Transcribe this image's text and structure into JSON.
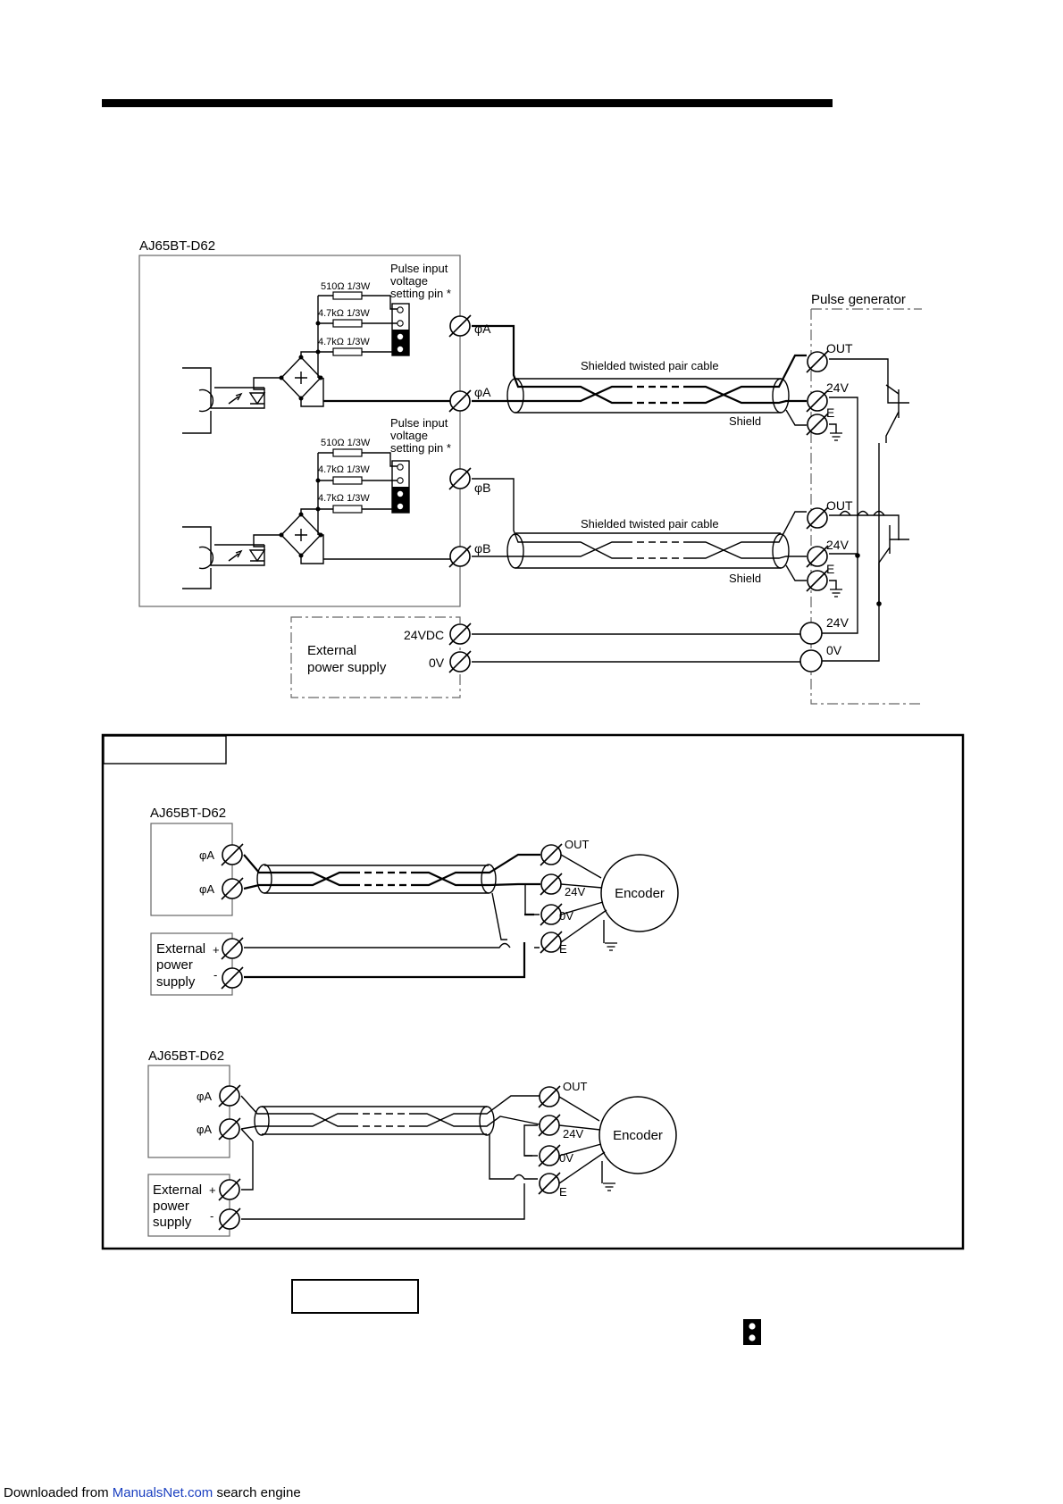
{
  "wiring": {
    "module_label": "AJ65BT-D62",
    "pin_note": [
      "Pulse input",
      "voltage",
      "setting pin *"
    ],
    "res_510": "510Ω  1/3W",
    "res_47k": "4.7kΩ  1/3W",
    "term_phiA": "φA",
    "term_phiB": "φB",
    "cable_label": "Shielded twisted pair cable",
    "shield_label": "Shield",
    "pulse_generator": "Pulse generator",
    "out": "OUT",
    "v24": "24V",
    "e": "E",
    "v0": "0V",
    "v24dc": "24VDC",
    "ext_supply": [
      "External",
      "power supply"
    ]
  },
  "examples": {
    "module_label": "AJ65BT-D62",
    "phiA": "φA",
    "ext_lines": [
      "External",
      "power",
      "supply"
    ],
    "plus": "+",
    "minus": "-",
    "encoder": "Encoder",
    "out": "OUT",
    "v24": "24V",
    "v0": "0V",
    "e": "E"
  },
  "footer": {
    "prefix": "Downloaded from",
    "link": "ManualsNet.com",
    "suffix": "search engine"
  }
}
